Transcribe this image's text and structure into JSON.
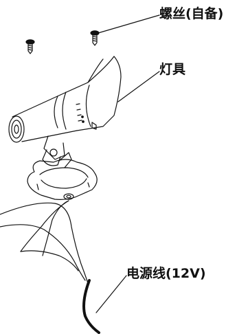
{
  "labels": {
    "screws": "螺丝(自备)",
    "lamp": "灯具",
    "cable_prefix": "电源线(12",
    "cable_unit": "V",
    "cable_suffix": ")"
  },
  "colors": {
    "line": "#111111",
    "background": "#ffffff"
  }
}
